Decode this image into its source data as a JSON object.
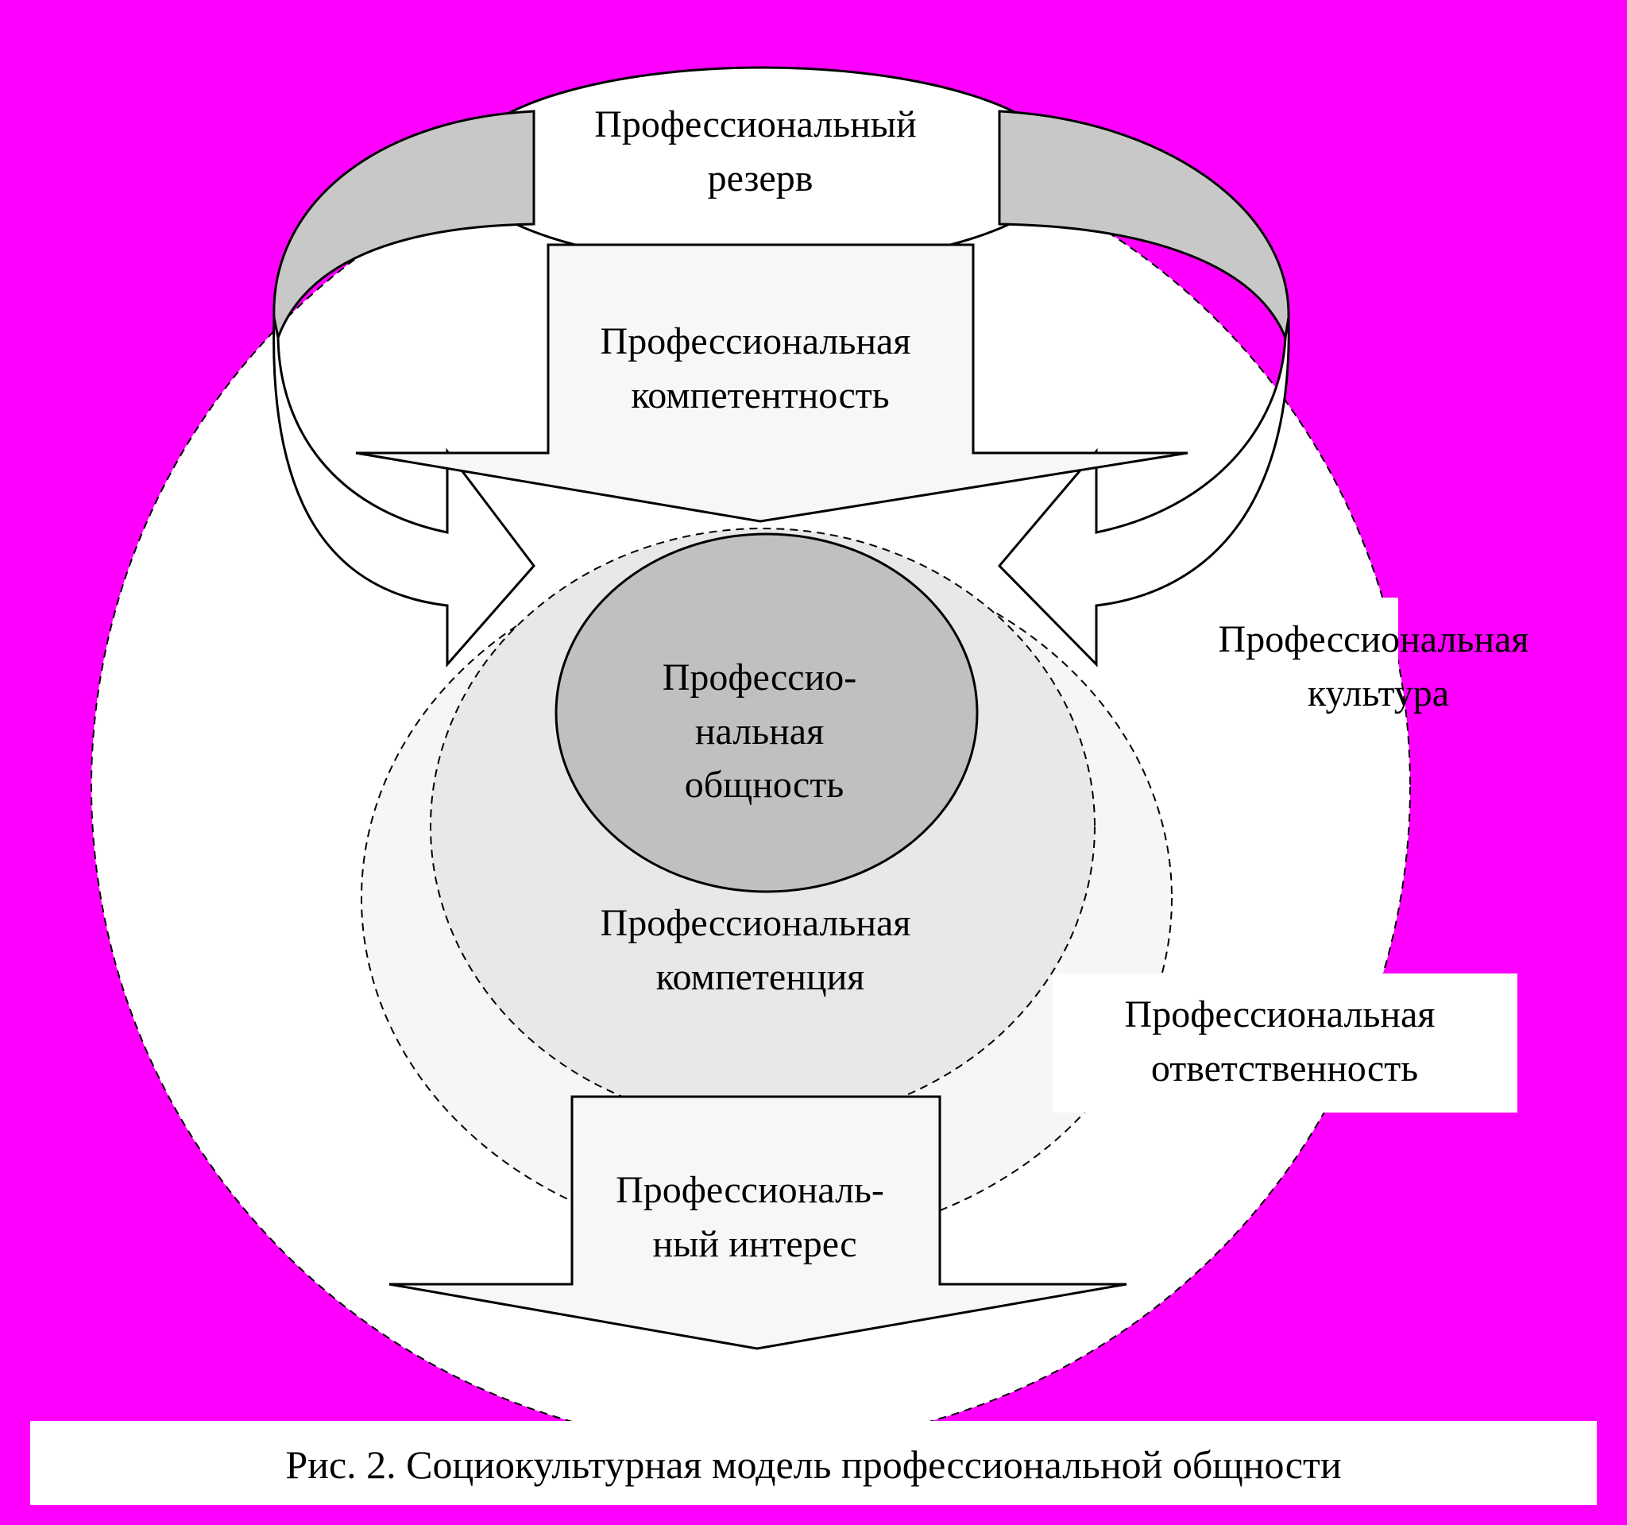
{
  "diagram": {
    "nodes": {
      "reserve": [
        "Профессиональный",
        "резерв"
      ],
      "competence_level": [
        "Профессиональная",
        "компетентность"
      ],
      "community": [
        "Профессио-",
        "нальная",
        "общность"
      ],
      "competence": [
        "Профессиональная",
        "компетенция"
      ],
      "culture": [
        "Профессиональная",
        "культура"
      ],
      "responsibility": [
        "Профессиональная",
        "ответственность"
      ],
      "interest": [
        "Профессиональ-",
        "ный интерес"
      ]
    },
    "caption": "Рис. 2. Социокультурная модель профессиональной общности"
  },
  "colors": {
    "background": "#ff00ff",
    "community_fill": "#c0c0c0",
    "competence_fill": "#e8e8e8",
    "responsibility_fill": "#f6f6f6",
    "band_fill": "#c8c8c8",
    "white": "#ffffff"
  }
}
